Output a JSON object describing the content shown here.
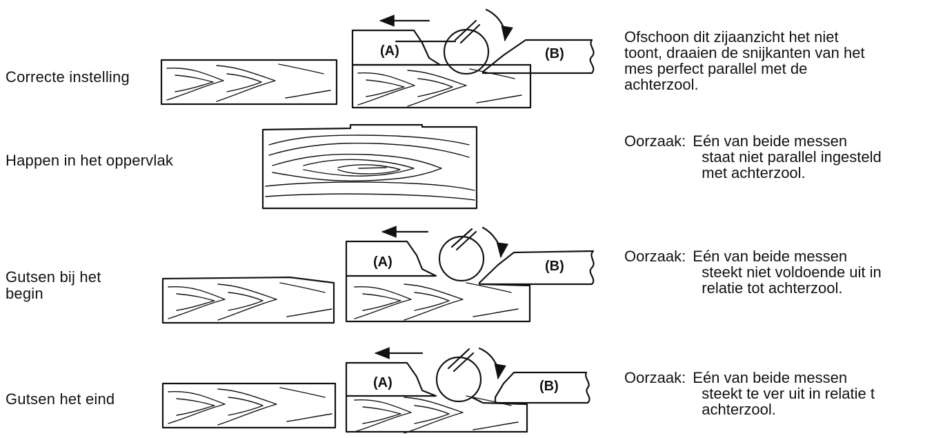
{
  "rows": [
    {
      "label": "Correcte instelling",
      "note_lines": [
        "Ofschoon dit zijaanzicht het niet",
        "toont, draaien de snijkanten van het",
        "mes perfect parallel met de",
        "achterzool."
      ]
    },
    {
      "label": "Happen in het oppervlak",
      "cause_prefix": "Oorzaak:",
      "note_lines": [
        "Eén van beide messen",
        "staat niet parallel ingesteld",
        "met achterzool."
      ]
    },
    {
      "label_lines": [
        "Gutsen bij het",
        "begin"
      ],
      "cause_prefix": "Oorzaak:",
      "note_lines": [
        "Eén van beide messen",
        "steekt niet voldoende uit in",
        "relatie tot achterzool."
      ]
    },
    {
      "label": "Gutsen het eind",
      "cause_prefix": "Oorzaak:",
      "note_lines": [
        "Eén van beide messen",
        "steekt te ver uit in relatie t",
        "achterzool."
      ]
    }
  ],
  "diagram_labels": {
    "table_a": "(A)",
    "table_b": "(B)"
  }
}
